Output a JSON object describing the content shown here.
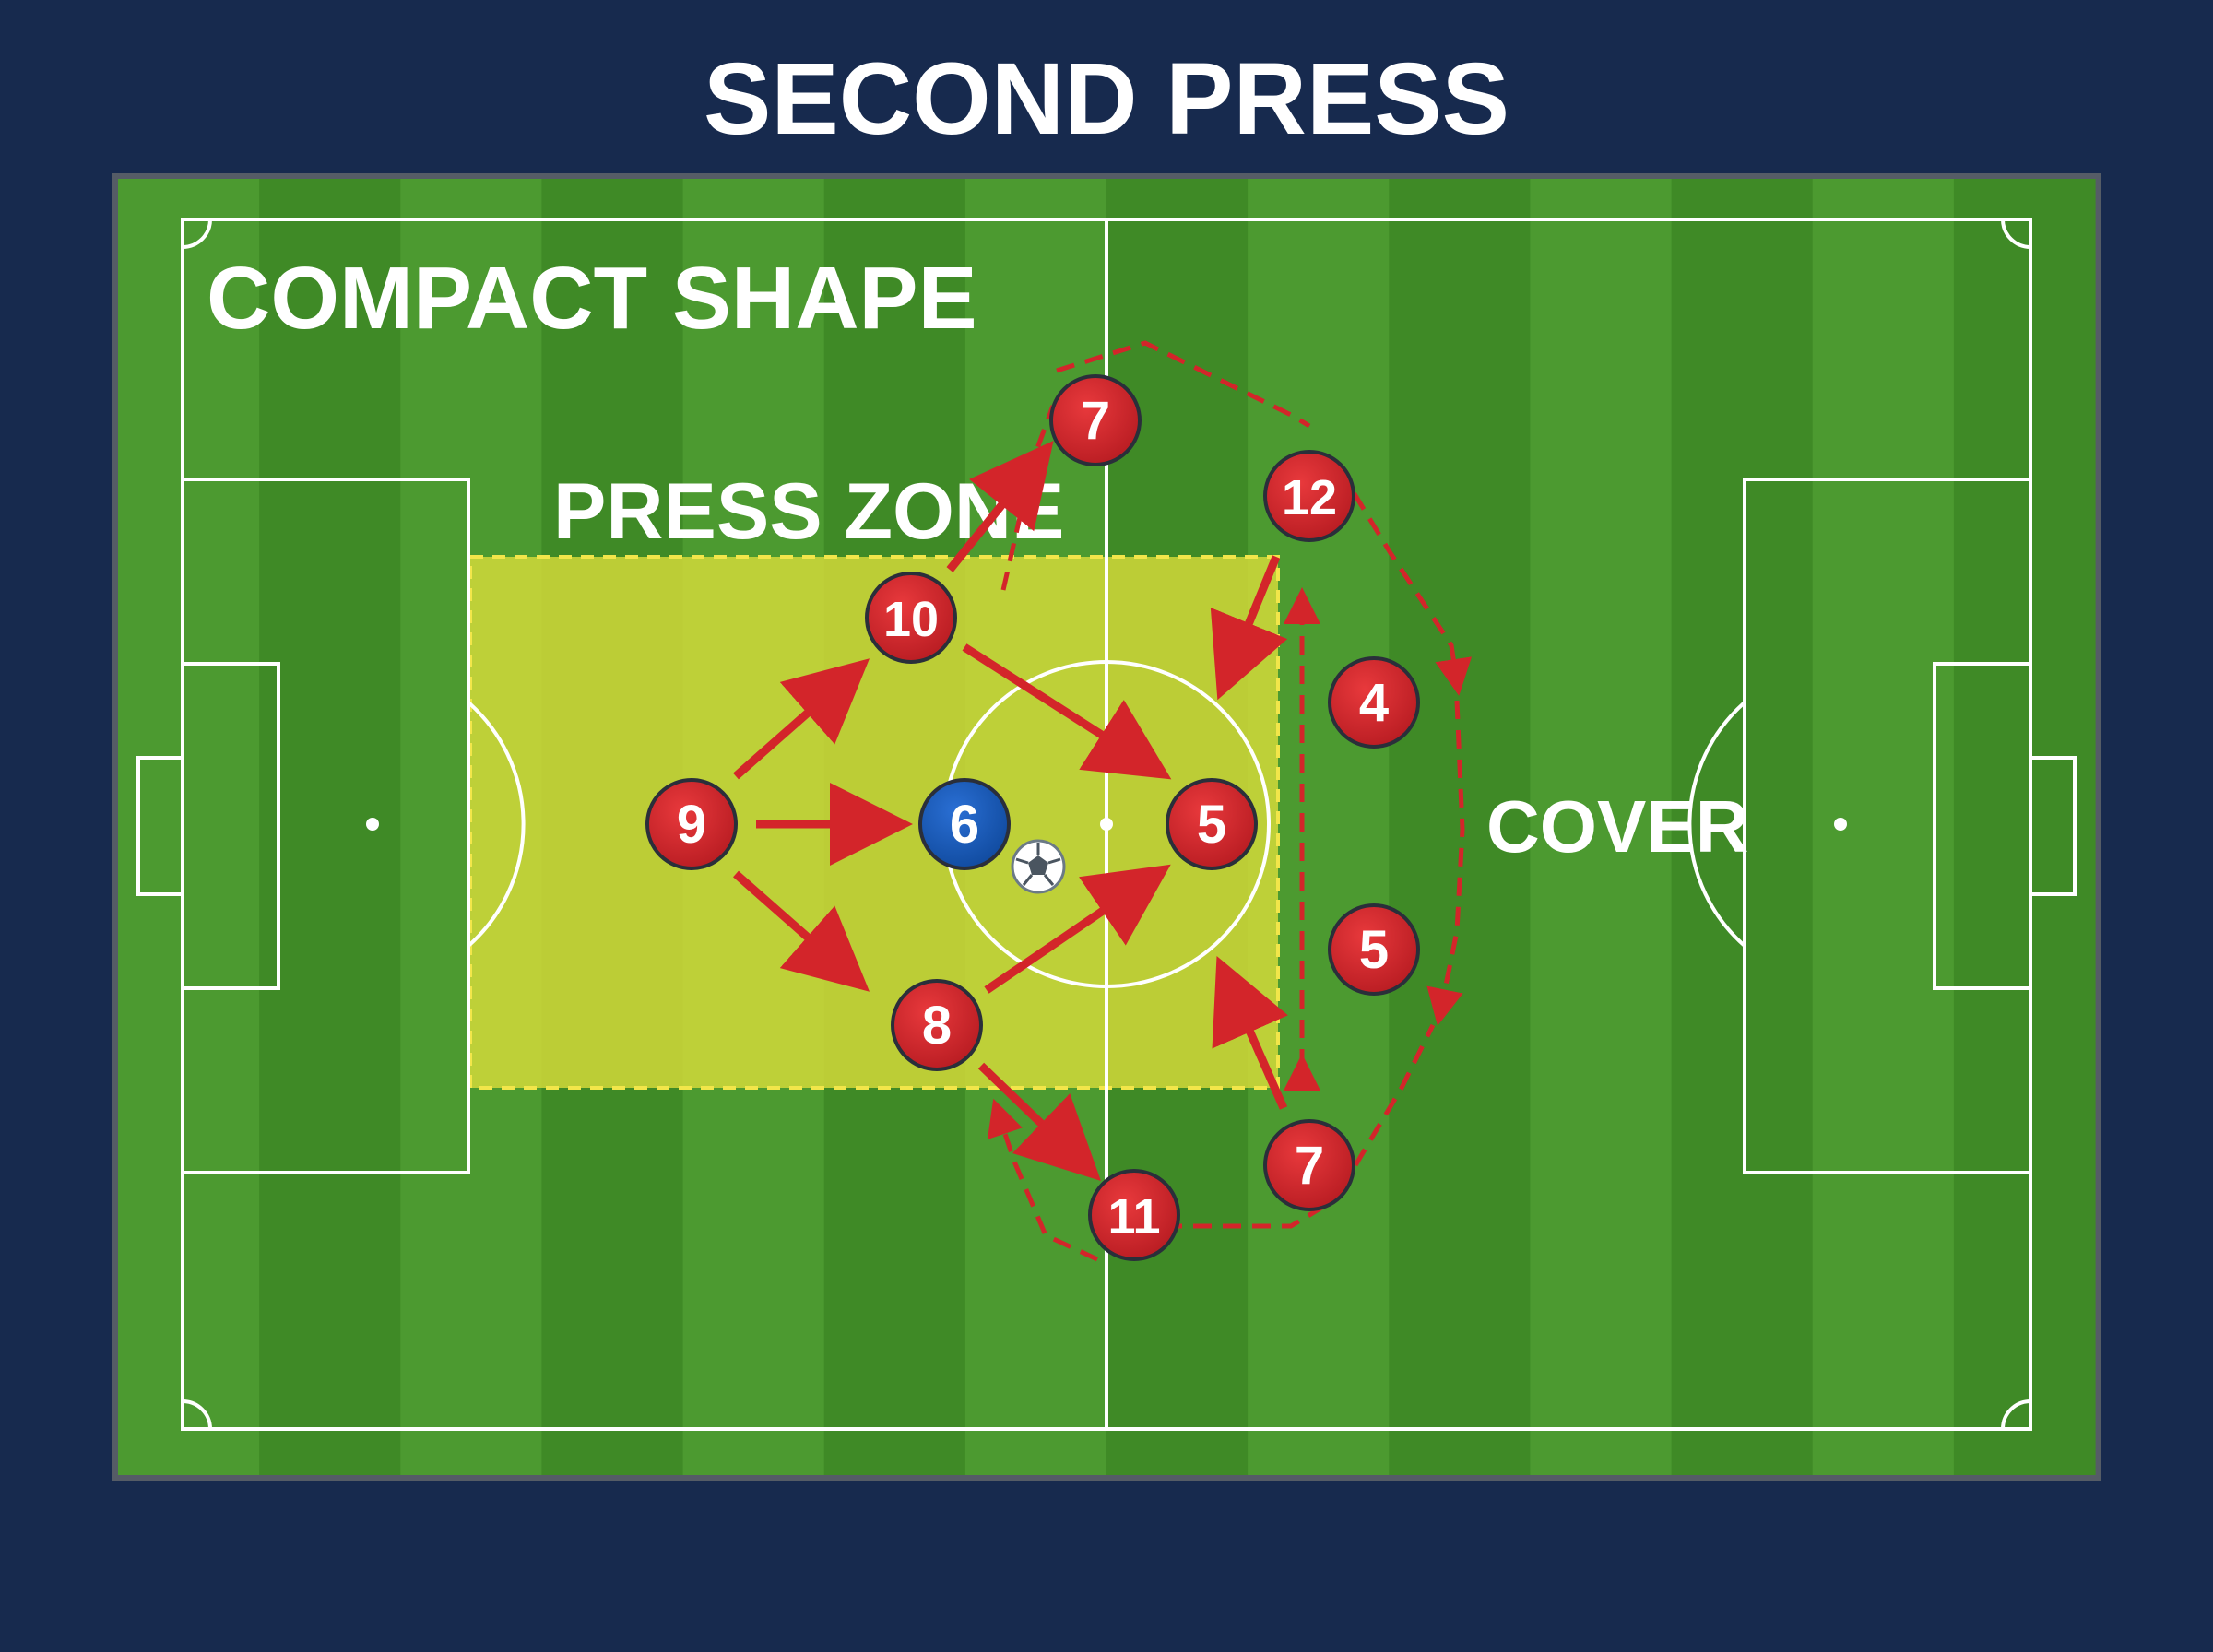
{
  "title": "SECOND PRESS",
  "labels": {
    "compact_shape": "COMPACT SHAPE",
    "press_zone": "PRESS ZONE",
    "cover": "COVER"
  },
  "colors": {
    "background": "#172a4e",
    "pitch_dark": "#3f8a26",
    "pitch_light": "#4c9a30",
    "press_zone": "#d8dc3a",
    "team_red": "#d3252a",
    "opponent_blue": "#1656b8",
    "line_white": "#ffffff"
  },
  "ball": {
    "icon": "soccer-ball-icon"
  },
  "players": [
    {
      "id": "p9",
      "number": "9",
      "team": "red"
    },
    {
      "id": "p10",
      "number": "10",
      "team": "red"
    },
    {
      "id": "p8",
      "number": "8",
      "team": "red"
    },
    {
      "id": "p6",
      "number": "6",
      "team": "blue"
    },
    {
      "id": "p5a",
      "number": "5",
      "team": "red"
    },
    {
      "id": "p7a",
      "number": "7",
      "team": "red"
    },
    {
      "id": "p12",
      "number": "12",
      "team": "red"
    },
    {
      "id": "p4",
      "number": "4",
      "team": "red"
    },
    {
      "id": "p5b",
      "number": "5",
      "team": "red"
    },
    {
      "id": "p7b",
      "number": "7",
      "team": "red"
    },
    {
      "id": "p11",
      "number": "11",
      "team": "red"
    }
  ]
}
